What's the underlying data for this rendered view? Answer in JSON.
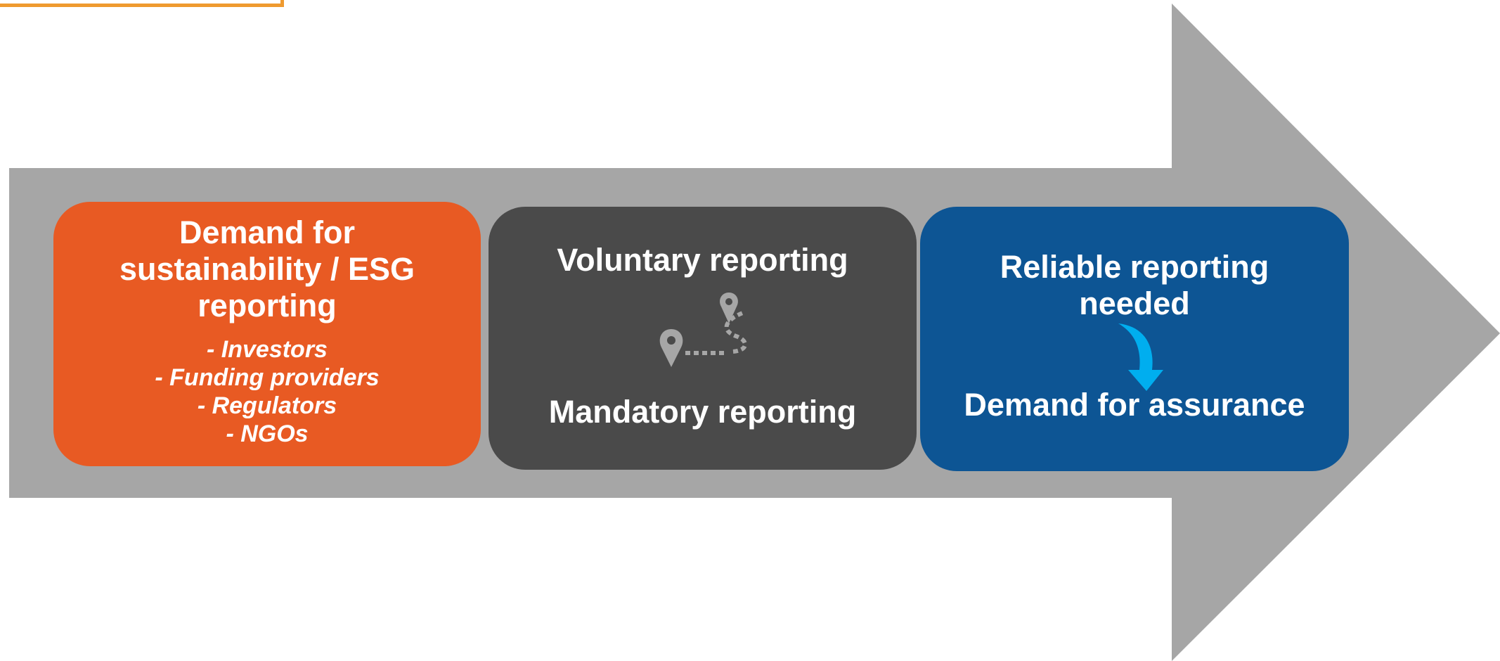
{
  "colors": {
    "arrow": "#a6a6a6",
    "orange": "#e85a23",
    "dark_gray": "#4a4a4a",
    "blue": "#0d5594",
    "light_blue": "#00aeef",
    "corner_accent": "#ef9a2f",
    "icon_gray": "#a6a6a6"
  },
  "box1": {
    "title_lines": [
      "Demand for",
      "sustainability / ESG",
      "reporting"
    ],
    "items": [
      "- Investors",
      "- Funding providers",
      "- Regulators",
      "- NGOs"
    ]
  },
  "box2": {
    "top_label": "Voluntary reporting",
    "bottom_label": "Mandatory reporting",
    "icon": "map-pin-route-icon"
  },
  "box3": {
    "top_lines": [
      "Reliable reporting",
      "needed"
    ],
    "bottom_label": "Demand for assurance",
    "icon": "curved-arrow-down-icon"
  }
}
